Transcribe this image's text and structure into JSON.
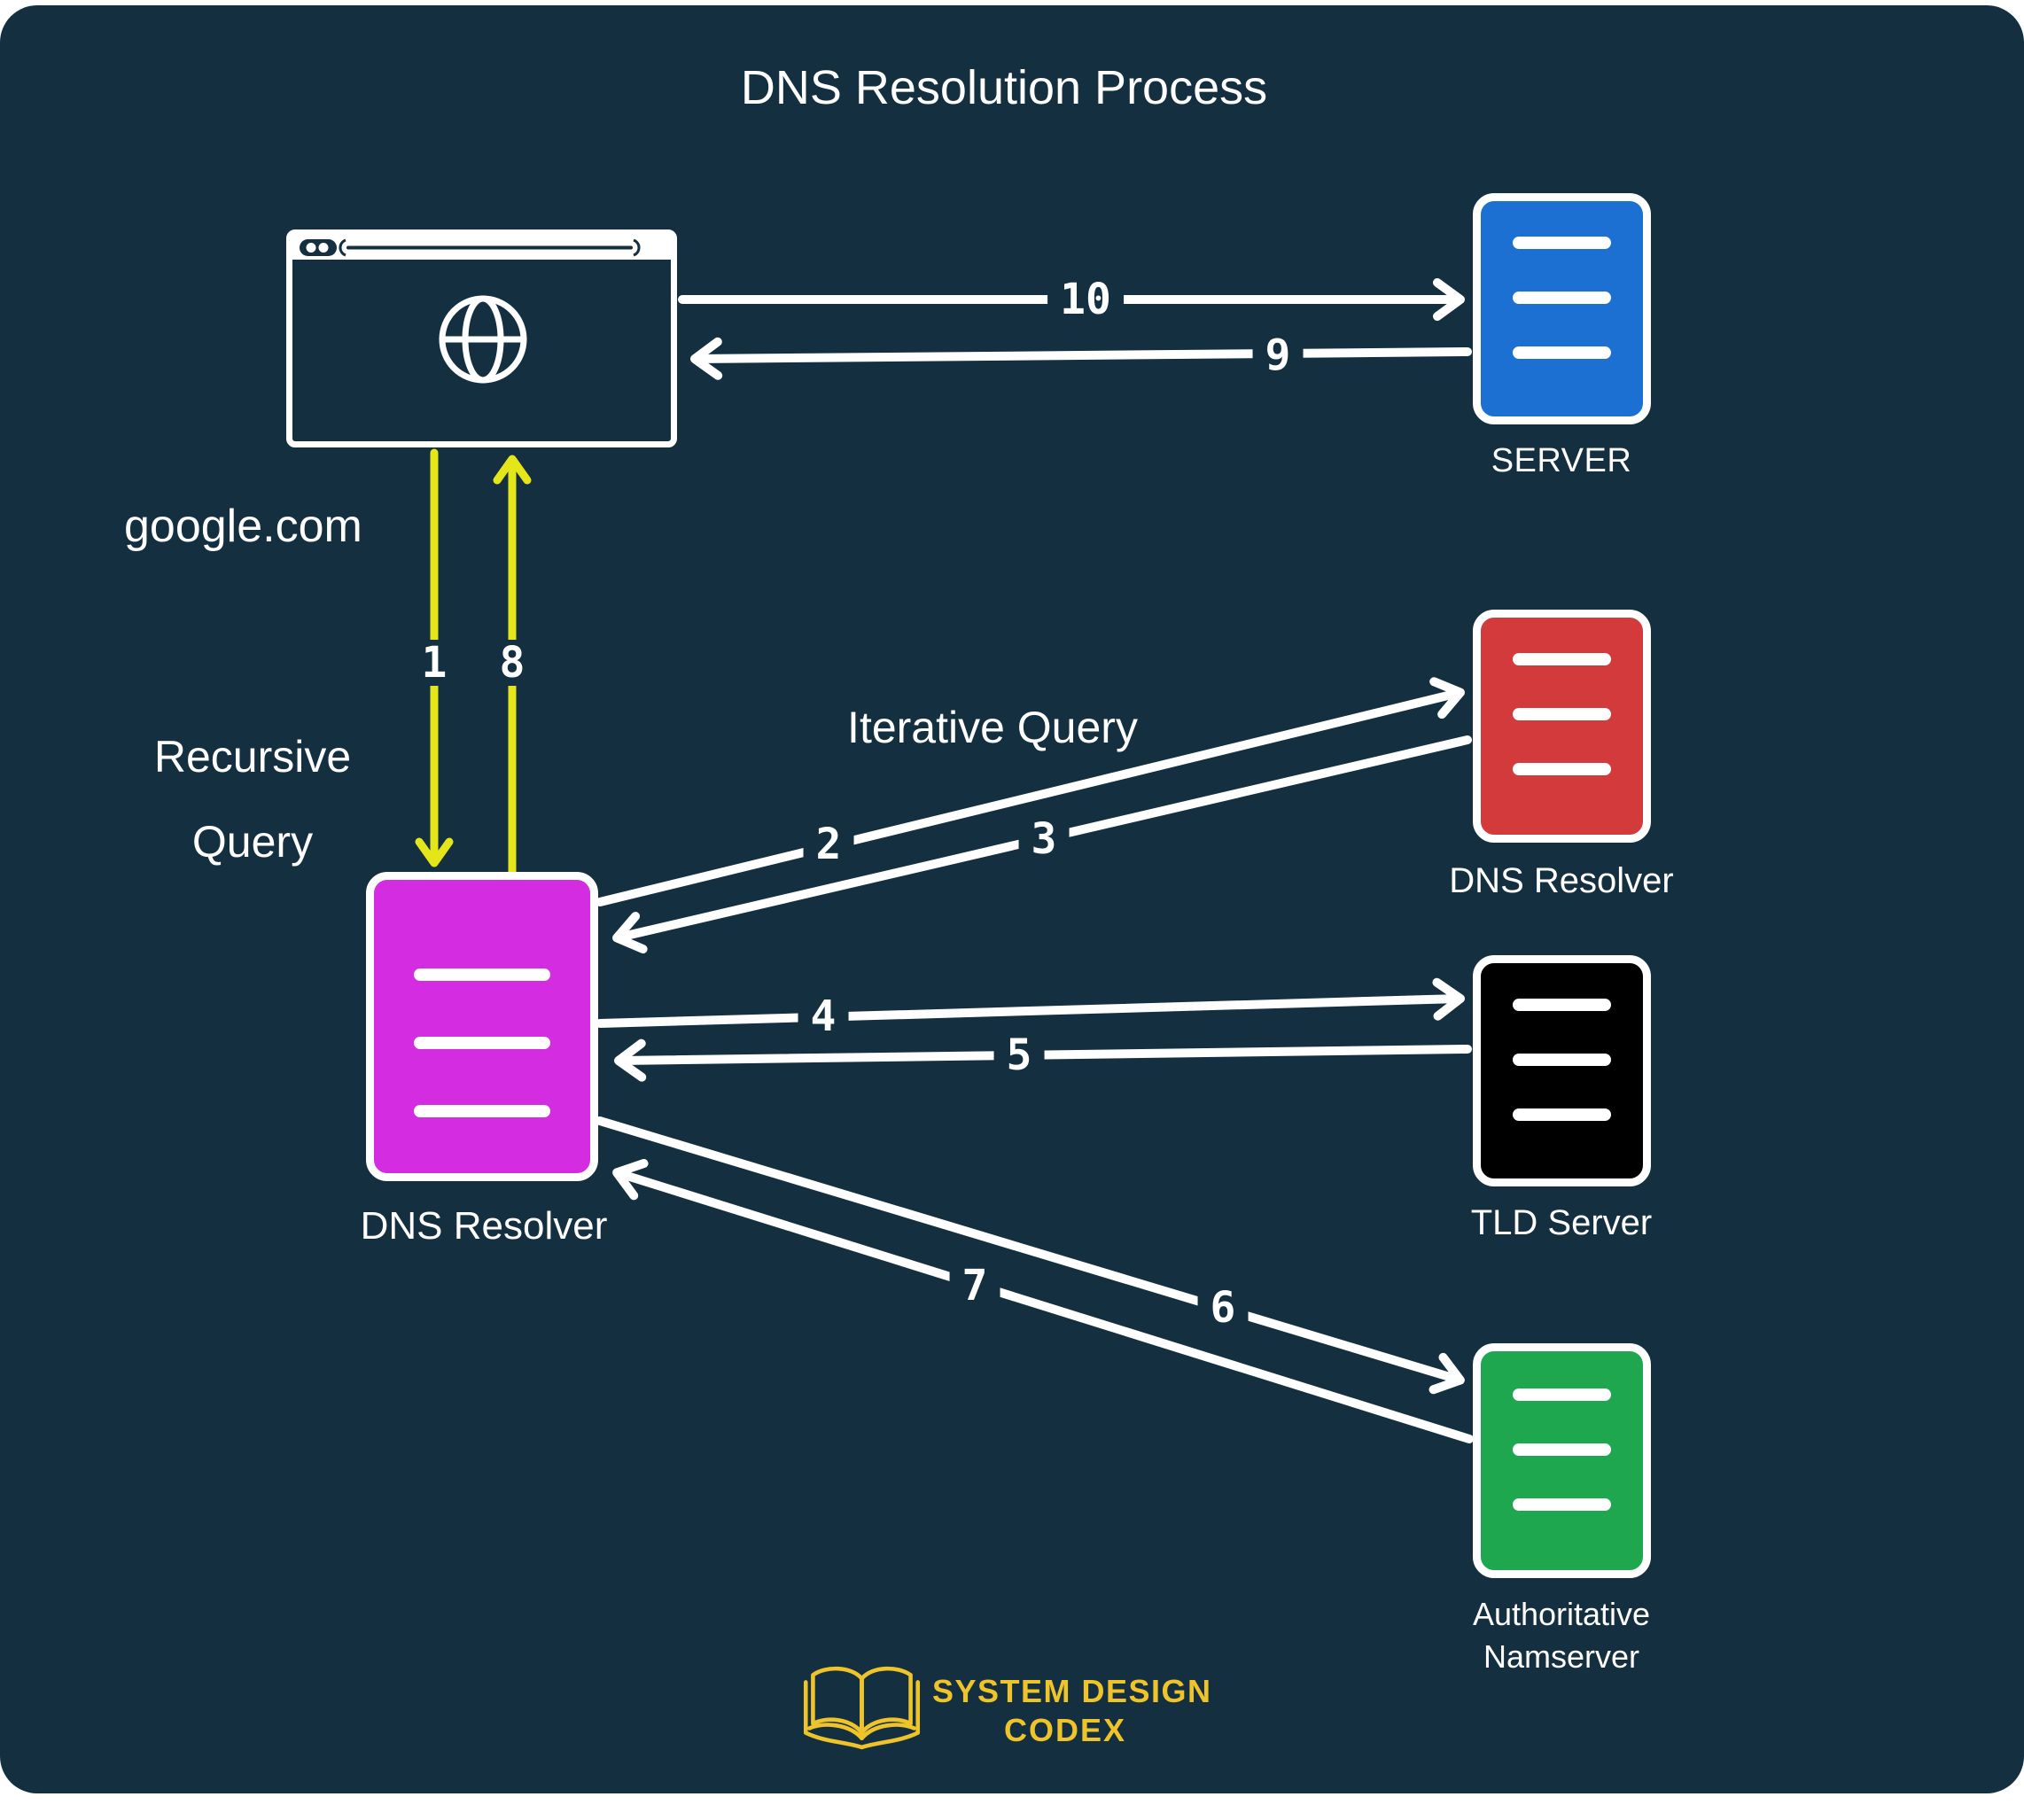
{
  "title": "DNS Resolution Process",
  "annotations": {
    "domain": "google.com",
    "recursive_query_line1": "Recursive",
    "recursive_query_line2": "Query",
    "iterative_query": "Iterative Query"
  },
  "nodes": {
    "server": {
      "label": "SERVER"
    },
    "root_resolver": {
      "label": "DNS Resolver"
    },
    "tld": {
      "label": "TLD Server"
    },
    "authoritative": {
      "label_line1": "Authoritative",
      "label_line2": "Namserver"
    },
    "local_resolver": {
      "label": "DNS Resolver"
    }
  },
  "arrow_labels": {
    "a1": "1",
    "a2": "2",
    "a3": "3",
    "a4": "4",
    "a5": "5",
    "a6": "6",
    "a7": "7",
    "a8": "8",
    "a9": "9",
    "a10": "10"
  },
  "logo": {
    "line1": "SYSTEM DESIGN",
    "line2": "CODEX"
  },
  "colors": {
    "background": "#132f40",
    "text_white": "#ffffff",
    "arrow_yellow": "#e5e61a",
    "server_blue": "#1b70d2",
    "resolver_red": "#d23a3c",
    "tld_black": "#000000",
    "authoritative_green": "#1fa750",
    "resolver_magenta": "#d42ce0",
    "logo_gold": "#eec42a"
  }
}
